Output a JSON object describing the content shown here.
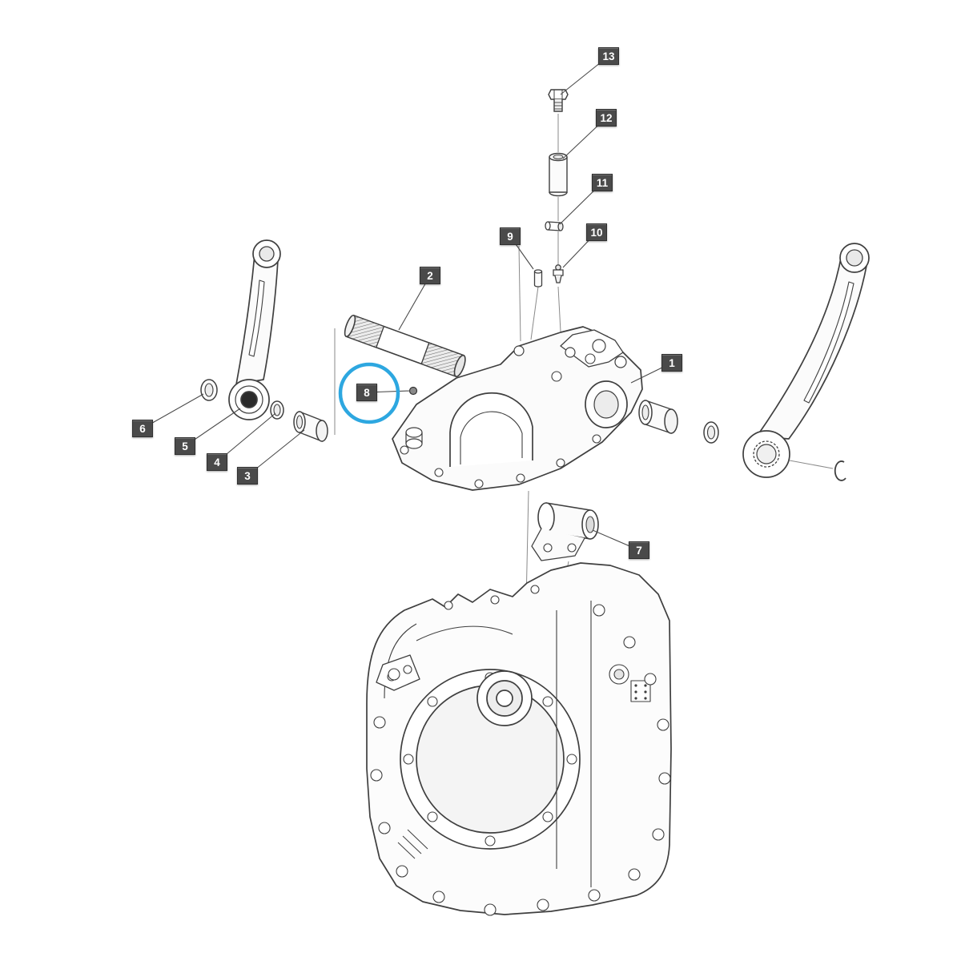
{
  "diagram": {
    "kind": "exploded-parts-diagram",
    "highlighted_callout": "8"
  },
  "colors": {
    "background": "#ffffff",
    "line": "#3f3f3f",
    "label_bg": "#4a4a4a",
    "label_text": "#ffffff",
    "highlight": "#2da7e0"
  },
  "callouts": [
    {
      "label": "1"
    },
    {
      "label": "2"
    },
    {
      "label": "3"
    },
    {
      "label": "4"
    },
    {
      "label": "5"
    },
    {
      "label": "6"
    },
    {
      "label": "7"
    },
    {
      "label": "8"
    },
    {
      "label": "9"
    },
    {
      "label": "10"
    },
    {
      "label": "11"
    },
    {
      "label": "12"
    },
    {
      "label": "13"
    }
  ]
}
